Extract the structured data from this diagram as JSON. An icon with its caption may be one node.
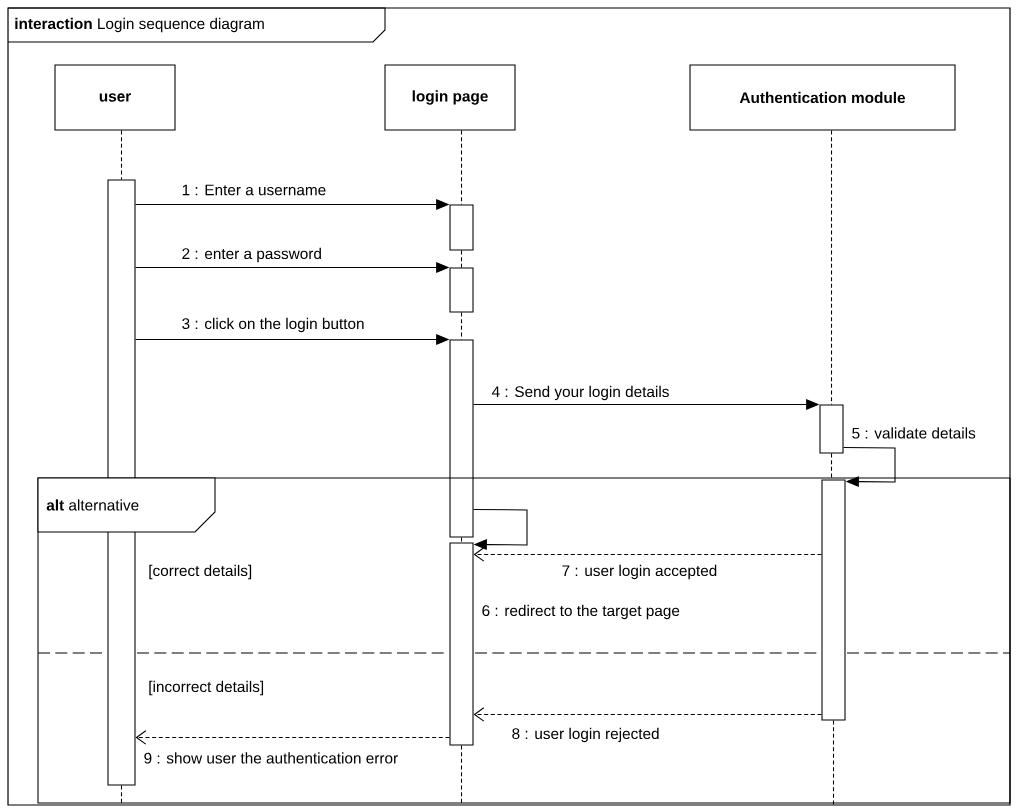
{
  "diagram": {
    "nodes": [
      {
        "text": [
          "**interaction** Login sequence diagram"
        ]
      },
      {
        "text": [
          "user"
        ],
        "in": 0
      },
      {
        "text": [
          "login page"
        ],
        "in": 0
      },
      {
        "text": [
          "Authentication module"
        ],
        "in": 0
      },
      {
        "text": [],
        "shape": "bar",
        "in": 0
      },
      {
        "text": [],
        "shape": "bar",
        "in": 0
      },
      {
        "text": [],
        "shape": "bar",
        "in": 0
      },
      {
        "text": [],
        "shape": "bar",
        "in": 0
      },
      {
        "text": [],
        "shape": "bar",
        "in": 0
      },
      {
        "text": [],
        "shape": "bar",
        "in": 0
      },
      {
        "text": [],
        "shape": "bar",
        "in": 0
      }
    ],
    "edges": [
      {
        "from": 4,
        "to": 5,
        "arrow": "to",
        "label": "1 : Enter a username"
      },
      {
        "from": 4,
        "to": 6,
        "arrow": "to",
        "label": "2 : enter a password"
      },
      {
        "from": 4,
        "to": 7,
        "arrow": "to",
        "label": "3 : click on the login button"
      },
      {
        "from": 7,
        "to": 9,
        "arrow": "to",
        "label": "4 : Send your login details"
      },
      {
        "from": 9,
        "to": 10,
        "arrow": "to",
        "label": "5 : validate details"
      },
      {
        "from": 7,
        "to": 8,
        "arrow": "to",
        "label": "6 : redirect to the target page"
      },
      {
        "from": 10,
        "to": 8,
        "arrow": "to",
        "label": "7 : user login accepted",
        "style": "dashed"
      },
      {
        "from": 10,
        "to": 8,
        "arrow": "to",
        "label": "8 : user login rejected",
        "style": "dashed"
      },
      {
        "from": 8,
        "to": 4,
        "arrow": "to",
        "label": "9 : show user the authentication error",
        "style": "dashed"
      },
      {
        "from": 1,
        "to": 4,
        "arrow": "none",
        "style": "dashed"
      },
      {
        "from": 4,
        "to": null,
        "arrow": "none",
        "style": "dashed"
      },
      {
        "from": 2,
        "to": 5,
        "arrow": "none",
        "style": "dashed"
      },
      {
        "from": 5,
        "to": 6,
        "arrow": "none",
        "style": "dashed"
      },
      {
        "from": 6,
        "to": 7,
        "arrow": "none",
        "style": "dashed"
      },
      {
        "from": 7,
        "to": 8,
        "arrow": "none",
        "style": "dashed"
      },
      {
        "from": 8,
        "to": null,
        "arrow": "none",
        "style": "dashed"
      },
      {
        "from": 3,
        "to": 9,
        "arrow": "none",
        "style": "dashed"
      },
      {
        "from": 9,
        "to": 10,
        "arrow": "none",
        "style": "dashed"
      },
      {
        "from": 10,
        "to": null,
        "arrow": "none",
        "style": "dashed"
      }
    ],
    "labels": [
      "**alt** alternative",
      "[correct details]",
      "[incorrect details]"
    ]
  }
}
